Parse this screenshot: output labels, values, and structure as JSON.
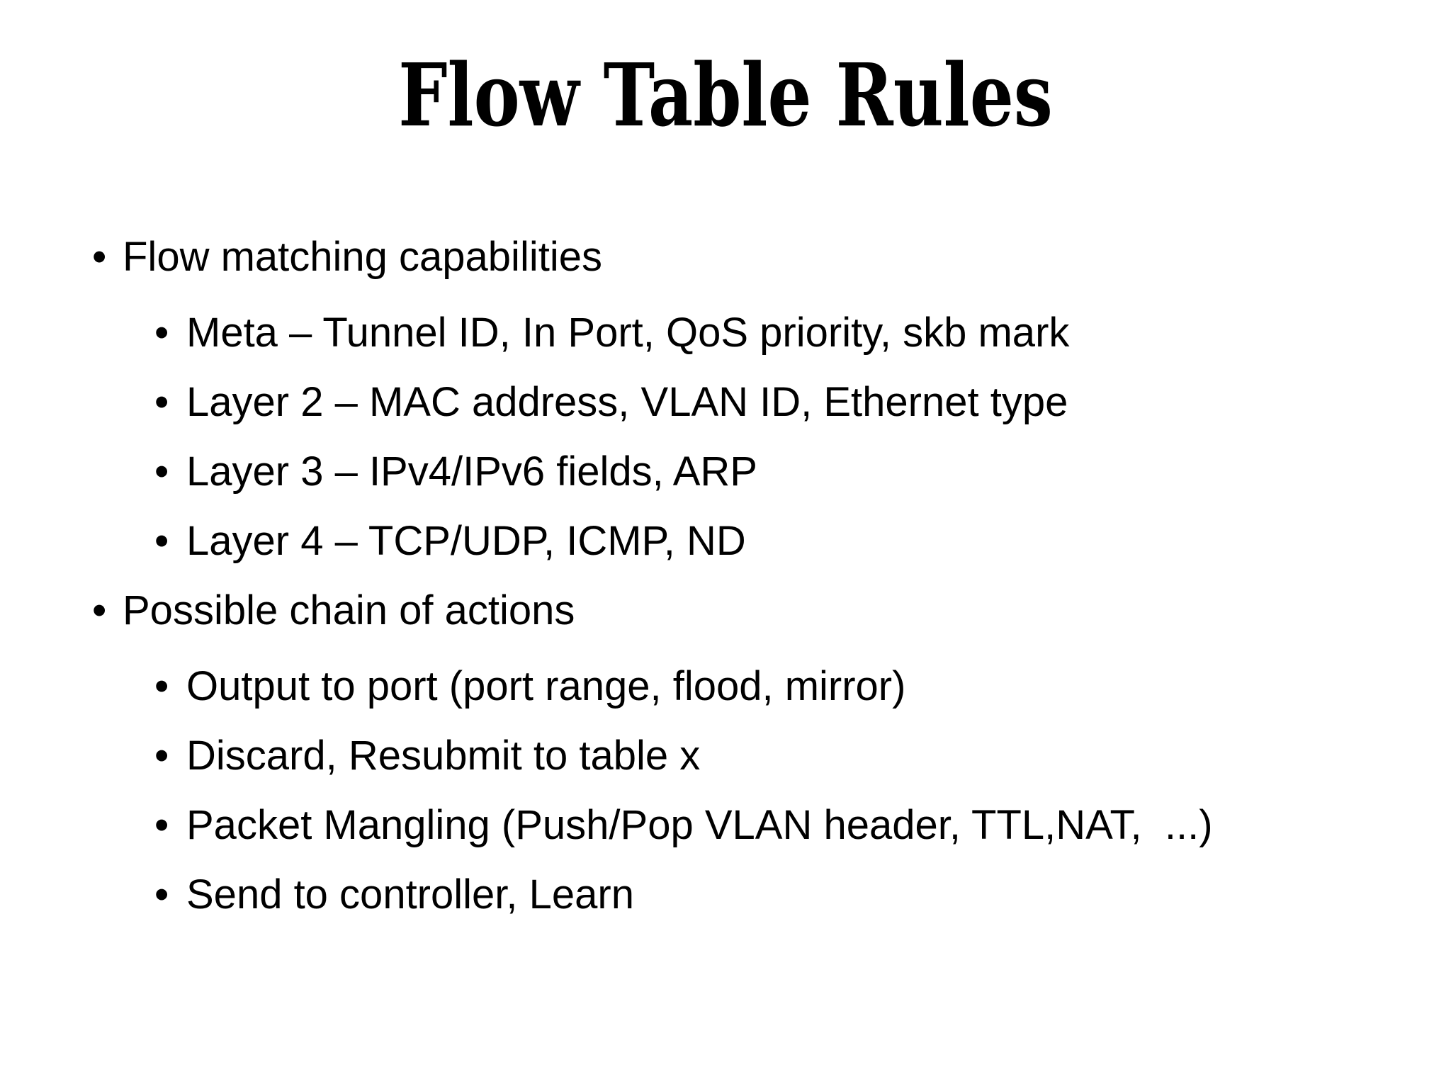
{
  "slide": {
    "title": "Flow Table Rules",
    "bullet_char": "•",
    "colors": {
      "background": "#ffffff",
      "text": "#000000"
    },
    "bullets": [
      {
        "level": 1,
        "text": "Flow matching capabilities"
      },
      {
        "level": 2,
        "text": "Meta – Tunnel ID, In Port, QoS priority, skb mark"
      },
      {
        "level": 2,
        "text": "Layer 2 – MAC address, VLAN ID, Ethernet type"
      },
      {
        "level": 2,
        "text": "Layer 3 – IPv4/IPv6 fields, ARP"
      },
      {
        "level": 2,
        "text": "Layer 4 – TCP/UDP, ICMP, ND"
      },
      {
        "level": 1,
        "text": "Possible chain of actions"
      },
      {
        "level": 2,
        "text": "Output to port (port range, flood, mirror)"
      },
      {
        "level": 2,
        "text": "Discard, Resubmit to table x"
      },
      {
        "level": 2,
        "text": "Packet Mangling (Push/Pop VLAN header, TTL,NAT,  ...)"
      },
      {
        "level": 2,
        "text": "Send to controller, Learn"
      }
    ]
  }
}
